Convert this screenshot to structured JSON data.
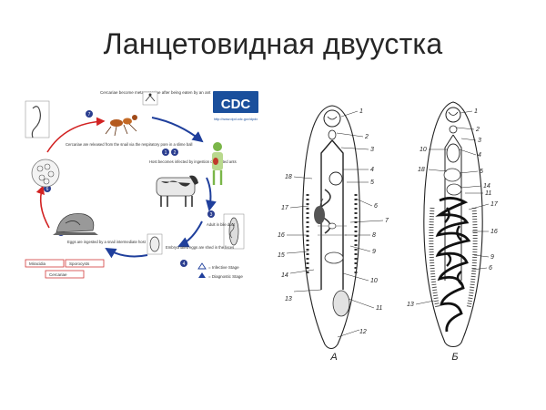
{
  "slide": {
    "title": "Ланцетовидная двуустка"
  },
  "lifecycle": {
    "cdc_label": "CDC",
    "cdc_url": "http://www.dpd.cdc.gov/dpdx",
    "captions": {
      "metacercariae": "Cercariae become metacercariae after being eaten by an ant",
      "cercariae_released": "Cercariae are released from the snail via the respiratory pore in a slime ball",
      "host_infected": "Host becomes infected by ingestion of infected ants",
      "eggs_ingested": "Eggs are ingested by a snail intermediate host",
      "adult": "Adult in bile duct",
      "embryonated_eggs": "Embryonated eggs are shed in the feces"
    },
    "stage_labels": {
      "miracidia": "Miracidia",
      "sporocysts": "Sporocysts",
      "cercariae": "Cercariae"
    },
    "legend": {
      "infective": "= Infective Stage",
      "diagnostic": "= Diagnostic Stage"
    },
    "step_numbers": [
      "1",
      "2",
      "3",
      "4",
      "5",
      "6",
      "7"
    ],
    "colors": {
      "arrow": "#1f3f9c",
      "red_arrow": "#d22222",
      "badge": "#2a3d8f",
      "label_box": "#d23a3a"
    }
  },
  "anatomy": {
    "figure_a_label": "А",
    "figure_b_label": "Б",
    "labels_a": [
      "1",
      "2",
      "3",
      "4",
      "5",
      "6",
      "7",
      "8",
      "9",
      "10",
      "11",
      "12",
      "13",
      "14",
      "15",
      "16",
      "17",
      "18"
    ],
    "labels_b": [
      "1",
      "2",
      "3",
      "4",
      "5",
      "6",
      "9",
      "10",
      "11",
      "13",
      "14",
      "16",
      "17",
      "18"
    ]
  }
}
